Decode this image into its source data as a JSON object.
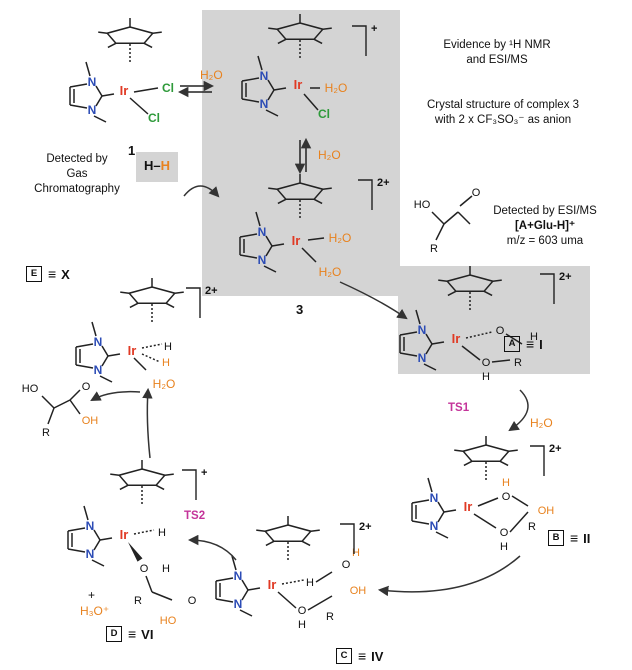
{
  "notes": {
    "nmr_line1": "Evidence by ¹H NMR",
    "nmr_line2": "and ESI/MS",
    "crystal_line1": "Crystal structure of complex 3",
    "crystal_line2": "with 2 x CF₃SO₃⁻ as anion",
    "gc_line1": "Detected by",
    "gc_line2": "Gas Chromatography",
    "esi_line1": "Detected by ESI/MS",
    "esi_line2": "[A+Glu-H]⁺",
    "esi_line3": "m/z = 603 uma"
  },
  "compounds": {
    "c1": "1",
    "c3": "3"
  },
  "labels": {
    "A": {
      "box": "A",
      "roman": "I"
    },
    "B": {
      "box": "B",
      "roman": "II"
    },
    "C": {
      "box": "C",
      "roman": "IV"
    },
    "D": {
      "box": "D",
      "roman": "VI"
    },
    "E": {
      "box": "E",
      "roman": "X"
    }
  },
  "transition_states": {
    "ts1": "TS1",
    "ts2": "TS2"
  },
  "reagents": {
    "water": "H₂O",
    "hydronium": "H₃O⁺",
    "plus": "+",
    "h_atom": "H",
    "h2_left": "H",
    "h2_right": "H"
  },
  "atoms": {
    "ir": "Ir",
    "cl": "Cl",
    "n": "N",
    "o": "O",
    "h": "H",
    "ho": "HO",
    "oh": "OH",
    "r": "R"
  },
  "charges": {
    "plus": "+",
    "two_plus": "2+"
  },
  "colors": {
    "iridium": "#e03a24",
    "chloride": "#2e9a3a",
    "nitrogen": "#2b4bb5",
    "water": "#e8821e",
    "ts": "#c4349a",
    "shade": "#d4d4d4"
  }
}
